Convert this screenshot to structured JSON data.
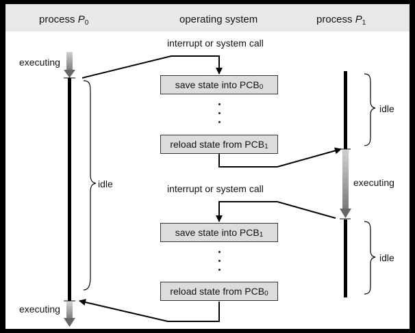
{
  "header": {
    "col_p0": {
      "prefix": "process ",
      "var": "P",
      "sub": "0"
    },
    "col_os": "operating system",
    "col_p1": {
      "prefix": "process ",
      "var": "P",
      "sub": "1"
    }
  },
  "labels": {
    "interrupt_1": "interrupt or system call",
    "interrupt_2": "interrupt or system call",
    "executing_p0_top": "executing",
    "executing_p0_bottom": "executing",
    "idle_p0": "idle",
    "idle_p1_top": "idle",
    "executing_p1": "executing",
    "idle_p1_bottom": "idle"
  },
  "boxes": {
    "save_1": {
      "text": "save state into PCB",
      "sub": "0"
    },
    "reload_1": {
      "text": "reload state from PCB",
      "sub": "1"
    },
    "save_2": {
      "text": "save state into PCB",
      "sub": "1"
    },
    "reload_2": {
      "text": "reload state from PCB",
      "sub": "0"
    }
  },
  "colors": {
    "frame": "#000000",
    "background": "#ffffff",
    "header_band": "#e8e8e8",
    "box_fill": "#dcdcdc",
    "line": "#000000"
  }
}
